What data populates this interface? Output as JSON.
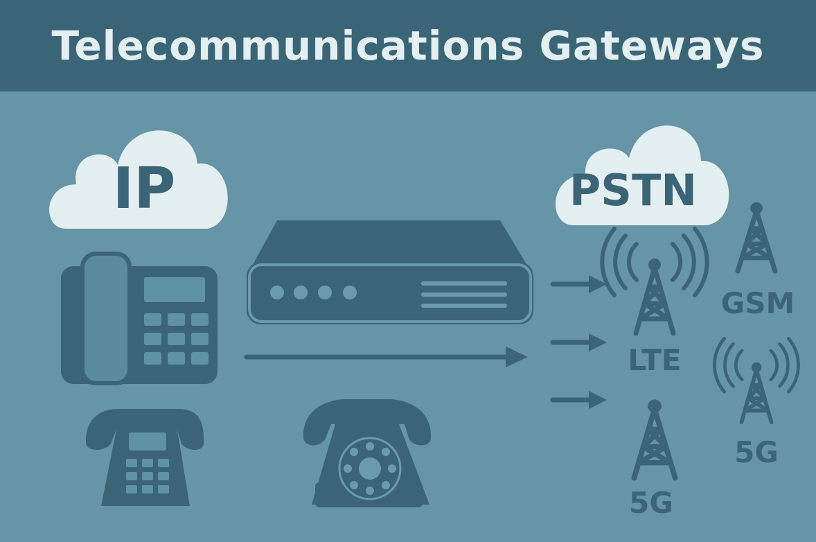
{
  "title": "Telecommunications Gateways",
  "clouds": {
    "ip": "IP",
    "pstn": "PSTN"
  },
  "towers": {
    "lte": "LTE",
    "gsm": "GSM",
    "fiveg_bottom": "5G",
    "fiveg_right": "5G"
  },
  "icons": {
    "cloud": "cloud-icon",
    "ip_phone": "desk-phone-icon",
    "gateway": "gateway-device-icon",
    "rotary_phone": "rotary-phone-icon",
    "tower": "cell-tower-icon",
    "arrow": "arrow-right-icon"
  },
  "colors": {
    "background": "#6595a6",
    "header": "#3a6577",
    "icon_dark": "#3b6576",
    "cloud": "#e4eff2"
  }
}
